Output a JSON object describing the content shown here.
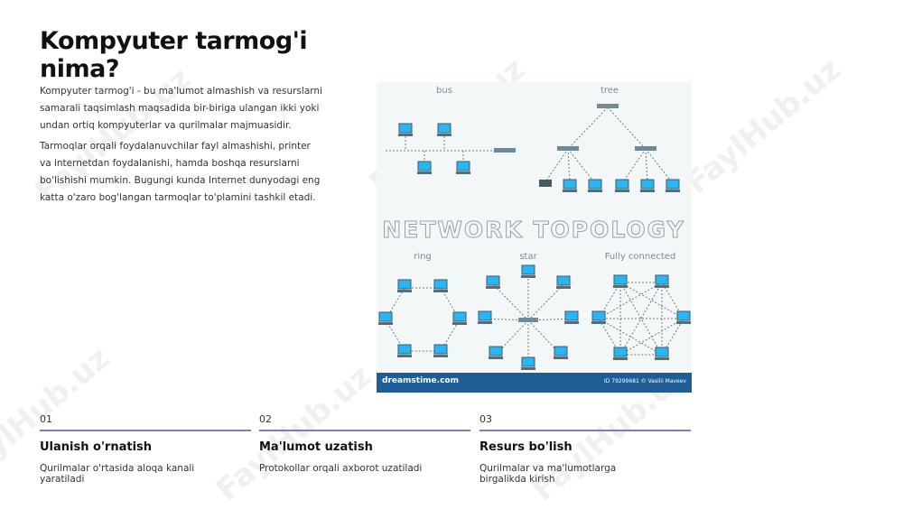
{
  "slide": {
    "title": "Kompyuter tarmog'i nima?",
    "paragraphs": [
      "Kompyuter tarmog'i - bu ma'lumot almashish va resurslarni samarali taqsimlash maqsadida bir-biriga ulangan ikki yoki undan ortiq kompyuterlar va qurilmalar majmuasidir.",
      "Tarmoqlar orqali foydalanuvchilar fayl almashishi, printer va internetdan foydalanishi, hamda boshqa resurslarni bo'lishishi mumkin. Bugungi kunda Internet dunyodagi eng katta o'zaro bog'langan tarmoqlar to'plamini tashkil etadi."
    ]
  },
  "figure": {
    "labels": {
      "bus": "bus",
      "tree": "tree",
      "heading": "NETWORK TOPOLOGY",
      "ring": "ring",
      "star": "star",
      "full": "Fully connected"
    },
    "footer_brand": "dreamstime.com",
    "footer_id": "ID 79299681 © Vasilii Maveev"
  },
  "cards": [
    {
      "num": "01",
      "title": "Ulanish o'rnatish",
      "desc": "Qurilmalar o'rtasida aloqa kanali yaratiladi"
    },
    {
      "num": "02",
      "title": "Ma'lumot uzatish",
      "desc": "Protokollar orqali axborot uzatiladi"
    },
    {
      "num": "03",
      "title": "Resurs bo'lish",
      "desc": "Qurilmalar va ma'lumotlarga birgalikda kirish"
    }
  ],
  "watermark": "FaylHub.uz",
  "colors": {
    "accent_rule": "#7b7fb3",
    "figure_footer": "#1f5d96",
    "device_screen": "#29b6f6"
  }
}
